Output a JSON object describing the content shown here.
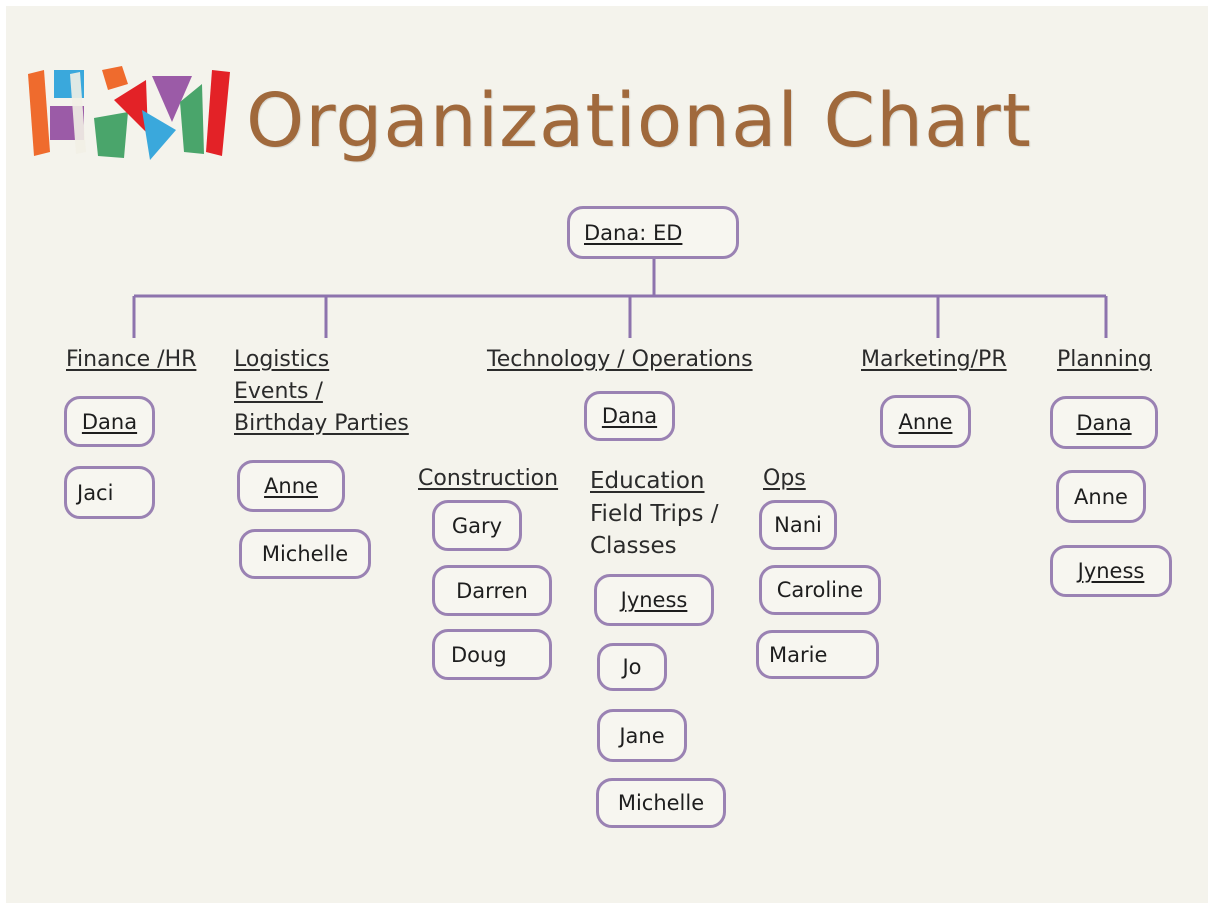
{
  "title": "Organizational Chart",
  "logo": {
    "letters": "HKM"
  },
  "colors": {
    "title": "#a0693c",
    "connector": "#8d73ad",
    "node_border": "#9a82b3",
    "background": "#f4f3ec"
  },
  "root": {
    "label": "Dana: ED"
  },
  "departments": {
    "finance": {
      "header": "Finance /HR",
      "members": [
        "Dana",
        "Jaci"
      ]
    },
    "logistics": {
      "header_lines": [
        "Logistics",
        "Events /",
        "Birthday Parties"
      ],
      "members": [
        "Anne",
        "Michelle"
      ]
    },
    "technology": {
      "header": "Technology / Operations",
      "lead": "Dana",
      "construction": {
        "header": "Construction",
        "members": [
          "Gary",
          "Darren",
          "Doug"
        ]
      },
      "education": {
        "header_lines": [
          "Education",
          "Field Trips /",
          "Classes"
        ],
        "members": [
          "Jyness",
          "Jo",
          "Jane",
          "Michelle"
        ]
      },
      "ops": {
        "header": "Ops",
        "members": [
          "Nani",
          "Caroline",
          "Marie"
        ]
      }
    },
    "marketing": {
      "header": "Marketing/PR",
      "members": [
        "Anne"
      ]
    },
    "planning": {
      "header": "Planning",
      "members": [
        "Dana",
        "Anne",
        "Jyness"
      ]
    }
  }
}
